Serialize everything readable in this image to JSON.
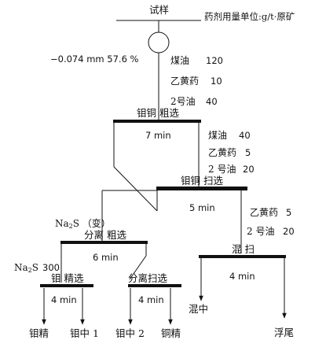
{
  "header": {
    "sample": "试样",
    "unit_note": "药剂用量单位:g/t·原矿"
  },
  "grinding": {
    "fineness": "−0.074 mm 57.6 %"
  },
  "reagents_rougher": [
    {
      "name": "煤油",
      "dose": "120"
    },
    {
      "name": "乙黄药",
      "dose": "10"
    },
    {
      "name": "2号油",
      "dose": "40"
    }
  ],
  "rougher": {
    "label": "钼铜 粗选",
    "time": "7 min"
  },
  "reagents_scavenger": [
    {
      "name": "煤油",
      "dose": "40"
    },
    {
      "name": "乙黄药",
      "dose": "5"
    },
    {
      "name": "2 号油",
      "dose": "20"
    }
  ],
  "scavenger": {
    "label": "钼铜 扫选",
    "time": "5 min"
  },
  "separation": {
    "reagent_name": "Na",
    "reagent_sub": "2",
    "reagent_tail": "S （变）",
    "label": "分离 粗选",
    "time": "6 min"
  },
  "mixed_scavenger": {
    "reagents": [
      {
        "name": "乙黄药",
        "dose": "5"
      },
      {
        "name": "2 号油",
        "dose": "20"
      }
    ],
    "label": "混 扫",
    "time": "4 min"
  },
  "cleaner": {
    "reagent_name": "Na",
    "reagent_sub": "2",
    "reagent_tail": "S",
    "reagent_dose": "300",
    "label": "钼 精选",
    "time": "4 min"
  },
  "sep_scavenger": {
    "label": "分离扫选",
    "time": "4 min"
  },
  "products": {
    "mo_concentrate": "钼精",
    "mo_middling1": "钼中 1",
    "mo_middling2": "钼中 2",
    "cu_concentrate": "铜精",
    "mixed_middling": "混中",
    "tailings": "浮尾"
  }
}
